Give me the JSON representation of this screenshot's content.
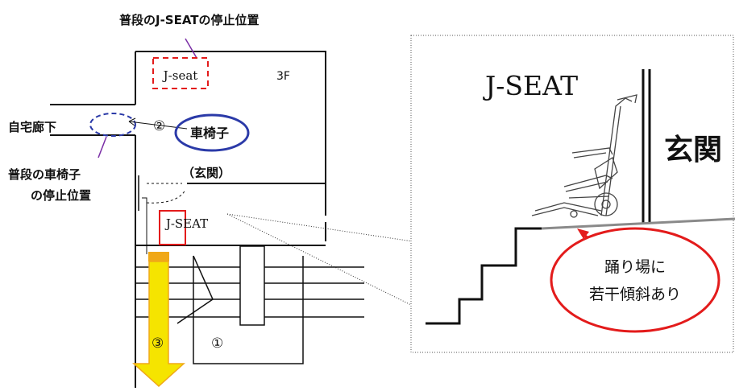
{
  "labels": {
    "usual_jseat_stop": "普段のJ-SEATの停止位置",
    "jseat_small": "J-seat",
    "floor": "3F",
    "hallway": "自宅廊下",
    "step2": "②",
    "wheelchair": "車椅子",
    "usual_wheelchair_stop_line1": "普段の車椅子",
    "usual_wheelchair_stop_line2": "の停止位置",
    "genkan_paren": "（玄関）",
    "jseat_plan": "J-SEAT",
    "step3": "③",
    "step1": "①",
    "detail_title": "J-SEAT",
    "detail_genkan": "玄関",
    "callout_line1": "踊り場に",
    "callout_line2": "若干傾斜あり"
  },
  "colors": {
    "red_marker": "#e31b1b",
    "blue_marker": "#2b3aa8",
    "purple_leader": "#7b2fa6",
    "arrow_yellow": "#f5e400",
    "arrow_orange": "#f0a818",
    "slope_gray": "#8a8a8a",
    "line": "#111111"
  }
}
